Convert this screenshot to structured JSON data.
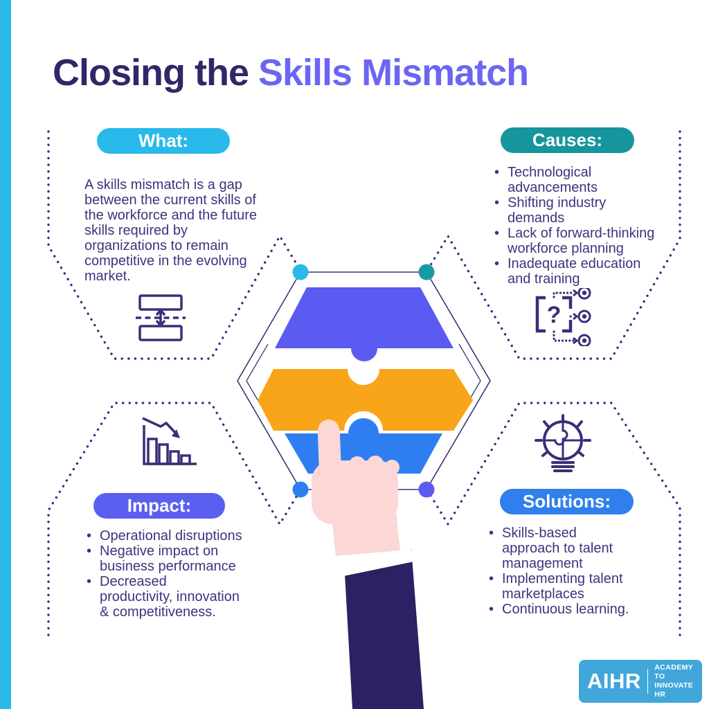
{
  "title": {
    "prefix": "Closing the ",
    "highlight": "Skills Mismatch"
  },
  "sections": {
    "what": {
      "label": "What:",
      "body": "A skills mismatch is a gap between the current skills of the workforce and the future skills required by organizations to remain competitive in the evolving market.",
      "icon": "gap-between-boxes-icon"
    },
    "causes": {
      "label": "Causes:",
      "question_glyph": "?",
      "bullets": [
        "Technological advancements",
        "Shifting industry demands",
        "Lack of forward-thinking workforce planning",
        "Inadequate education and training"
      ],
      "icon": "question-box-with-options-icon"
    },
    "impact": {
      "label": "Impact:",
      "bullets": [
        "Operational disruptions",
        "Negative impact on business performance",
        "Decreased productivity, innovation & competitiveness."
      ],
      "icon": "declining-bar-chart-icon"
    },
    "solutions": {
      "label": "Solutions:",
      "bullets": [
        "Skills-based approach to talent management",
        "Implementing talent marketplaces",
        "Continuous learning."
      ],
      "icon": "puzzle-lightbulb-icon"
    }
  },
  "center_graphic": {
    "name": "hexagon-puzzle-with-pointing-hand"
  },
  "logo": {
    "brand": "AIHR",
    "tagline_line1": "ACADEMY TO",
    "tagline_line2": "INNOVATE HR"
  },
  "colors": {
    "accent_bar": "#29b9ea",
    "title_dark": "#322668",
    "title_accent": "#6c65f3",
    "body_text": "#43307e",
    "dotted_line": "#3b2d79",
    "pill_what": "#29b9ea",
    "pill_causes": "#15969d",
    "pill_impact": "#5b5ff0",
    "pill_solutions": "#2f80ed",
    "puzzle_top": "#5b5af1",
    "puzzle_middle": "#f9a51a",
    "puzzle_bottom": "#2e7ef2",
    "circle_top_left": "#29b9ea",
    "circle_top_right": "#159ba4",
    "circle_bottom_left": "#2e7ef2",
    "circle_bottom_right": "#5b5af1",
    "hand_skin": "#fbd7d5",
    "sleeve": "#2b2163",
    "logo_bg": "#41a7da"
  }
}
